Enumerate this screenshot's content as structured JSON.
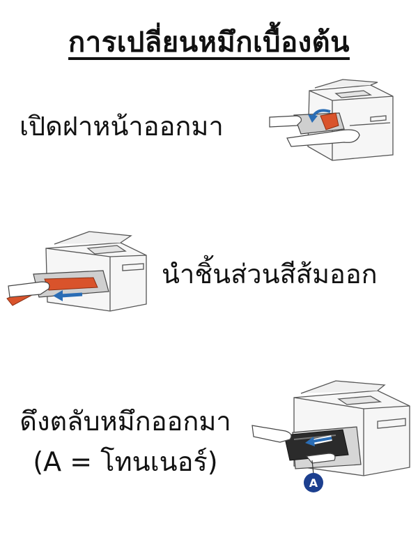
{
  "title": "การเปลี่ยนหมึกเบื้องต้น",
  "steps": [
    {
      "text": "เปิดฝาหน้าออกมา"
    },
    {
      "text": "นำชิ้นส่วนสีส้มออก"
    },
    {
      "text_line1": "ดึงตลับหมึกออกมา",
      "text_line2": "(A = โทนเนอร์)"
    }
  ],
  "callout_label": "A",
  "colors": {
    "accent_orange": "#d9532b",
    "arrow_blue": "#2a6db5",
    "callout_navy": "#1c3f8f"
  }
}
